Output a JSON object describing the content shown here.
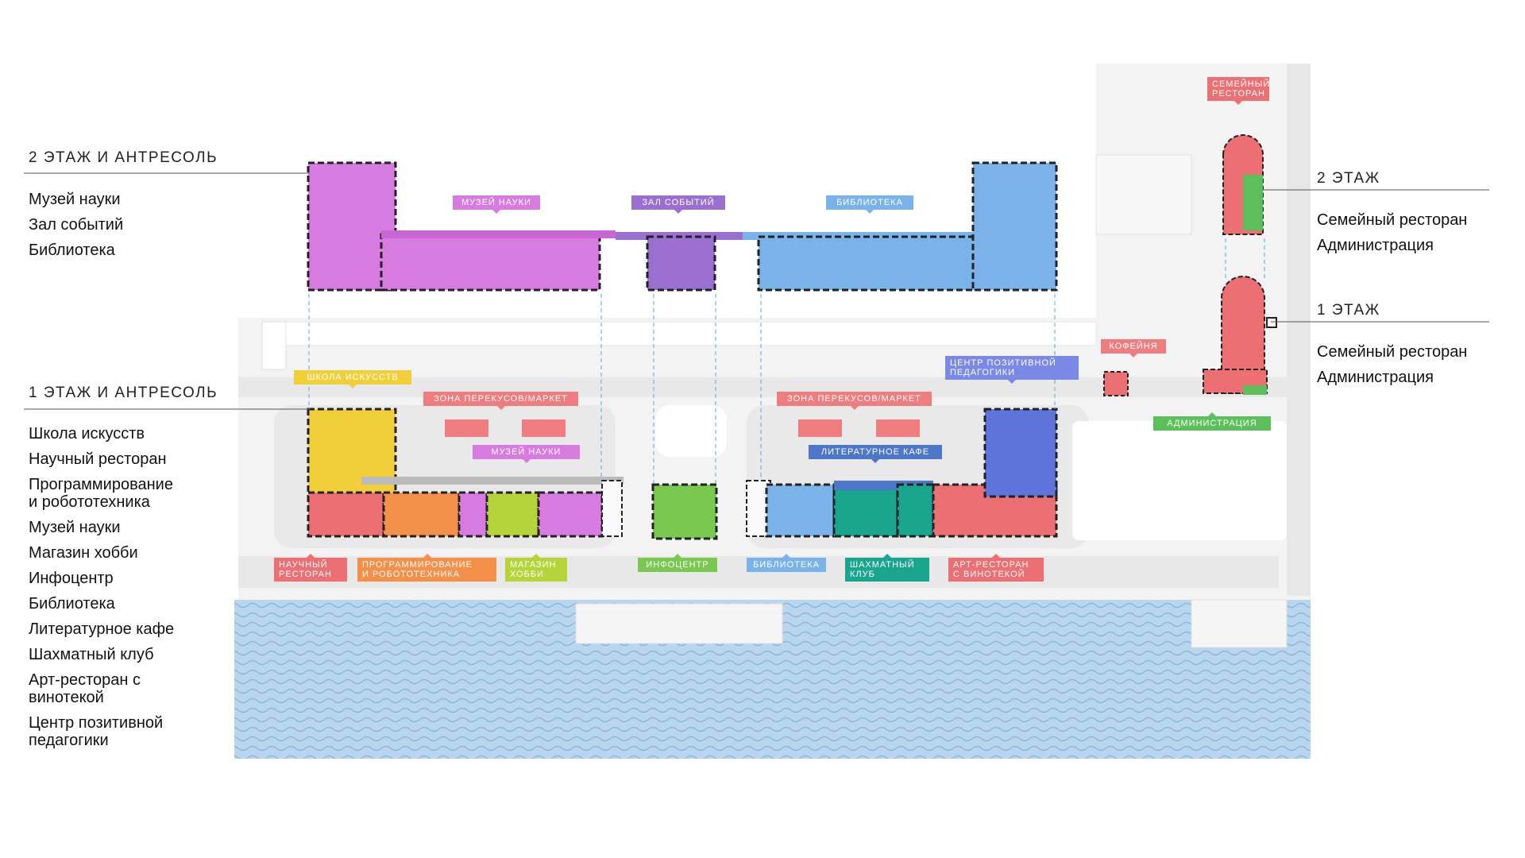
{
  "legend_left": {
    "floor2": {
      "heading": "2 ЭТАЖ И АНТРЕСОЛЬ",
      "items": [
        "Музей науки",
        "Зал событий",
        "Библиотека"
      ]
    },
    "floor1": {
      "heading": "1 ЭТАЖ И АНТРЕСОЛЬ",
      "items": [
        "Школа искусств",
        "Научный ресторан",
        "Программирование\nи робототехника",
        "Музей науки",
        "Магазин хобби",
        "Инфоцентр",
        "Библиотека",
        "Литературное кафе",
        "Шахматный клуб",
        "Арт-ресторан с\nвинотекой",
        "Центр позитивной\nпедагогики"
      ]
    }
  },
  "legend_right": {
    "floor2": {
      "heading": "2 ЭТАЖ",
      "items": [
        "Семейный ресторан",
        "Администрация"
      ]
    },
    "floor1": {
      "heading": "1 ЭТАЖ",
      "items": [
        "Семейный ресторан",
        "Администрация"
      ]
    }
  },
  "plan_labels": {
    "museum_top": "МУЗЕЙ НАУКИ",
    "events_hall": "ЗАЛ СОБЫТИЙ",
    "library_top": "БИБЛИОТЕКА",
    "family_restaurant": "СЕМЕЙНЫЙ\nРЕСТОРАН",
    "art_school": "ШКОЛА ИСКУССТВ",
    "snack_zone_left": "ЗОНА ПЕРЕКУСОВ/МАРКЕТ",
    "snack_zone_right": "ЗОНА ПЕРЕКУСОВ/МАРКЕТ",
    "museum_bottom": "МУЗЕЙ НАУКИ",
    "literary_cafe": "ЛИТЕРАТУРНОЕ КАФЕ",
    "positive_pedagogy": "ЦЕНТР ПОЗИТИВНОЙ\nПЕДАГОГИКИ",
    "coffee": "КОФЕЙНЯ",
    "administration": "АДМИНИСТРАЦИЯ",
    "science_restaurant": "НАУЧНЫЙ\nРЕСТОРАН",
    "programming": "ПРОГРАММИРОВАНИЕ\nИ РОБОТОТЕХНИКА",
    "hobby_shop": "МАГАЗИН\nХОББИ",
    "infocenter": "ИНФОЦЕНТР",
    "library_bottom": "БИБЛИОТЕКА",
    "chess_club": "ШАХМАТНЫЙ\nКЛУБ",
    "art_restaurant": "АРТ-РЕСТОРАН\nС ВИНОТЕКОЙ"
  },
  "colors": {
    "museum": "#d77be0",
    "events": "#9a6fd0",
    "library": "#7ab3ea",
    "family": "#ec6f74",
    "admin": "#5cbf5a",
    "art_school": "#f0cf3b",
    "snack": "#ef7d80",
    "literary": "#4d77c9",
    "pedagogy": "#7a89e6",
    "coffee": "#ef7d80",
    "science_rest": "#ec6f74",
    "programming": "#f5904a",
    "hobby": "#b5d43a",
    "info": "#79c84f",
    "chess": "#1aa58f",
    "art_rest": "#ec6f74",
    "water": "#a9cbe6"
  }
}
